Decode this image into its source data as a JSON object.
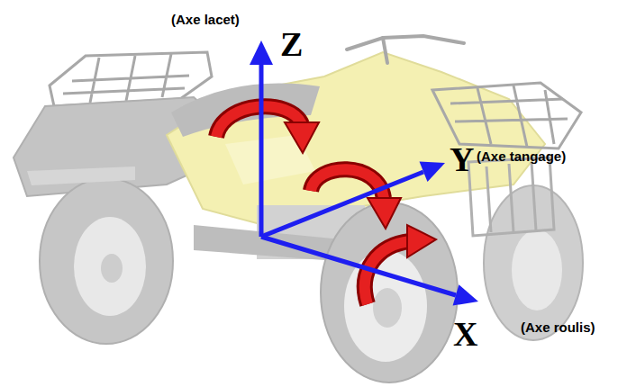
{
  "diagram": {
    "labels": [
      "(Axe lacet)",
      "Z",
      "Y",
      "(Axe tangage)",
      "X",
      "(Axe roulis)"
    ]
  }
}
